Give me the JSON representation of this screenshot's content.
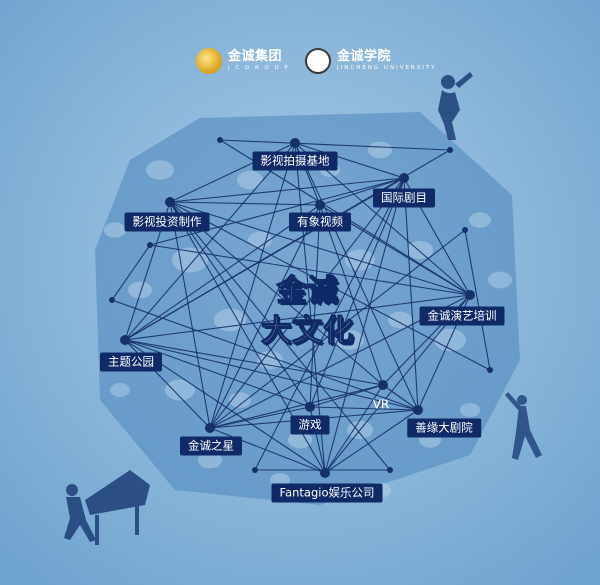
{
  "header": {
    "group_logo": {
      "name": "金诚集团",
      "sub": "J C  G R O U P"
    },
    "college_logo": {
      "name": "金诚学院",
      "sub": "JINCHENG UNIVERSITY"
    }
  },
  "center_title": {
    "line1": "金诚",
    "line2": "大文化"
  },
  "nodes": [
    {
      "id": "film-base",
      "label": "影视拍摄基地"
    },
    {
      "id": "theater",
      "label": "国际剧目"
    },
    {
      "id": "film-invest",
      "label": "影视投资制作"
    },
    {
      "id": "youxiang",
      "label": "有象视频"
    },
    {
      "id": "training",
      "label": "金诚演艺培训"
    },
    {
      "id": "theme-park",
      "label": "主题公园"
    },
    {
      "id": "vr",
      "label": "VR"
    },
    {
      "id": "game",
      "label": "游戏"
    },
    {
      "id": "shanyuan",
      "label": "善缘大剧院"
    },
    {
      "id": "star",
      "label": "金诚之星"
    },
    {
      "id": "fantagio",
      "label": "Fantagio娱乐公司"
    }
  ],
  "colors": {
    "line": "#16306a",
    "label_bg": "#0f2a66",
    "background": "#7fb0d6",
    "cell_light": "#bcd7ec"
  }
}
